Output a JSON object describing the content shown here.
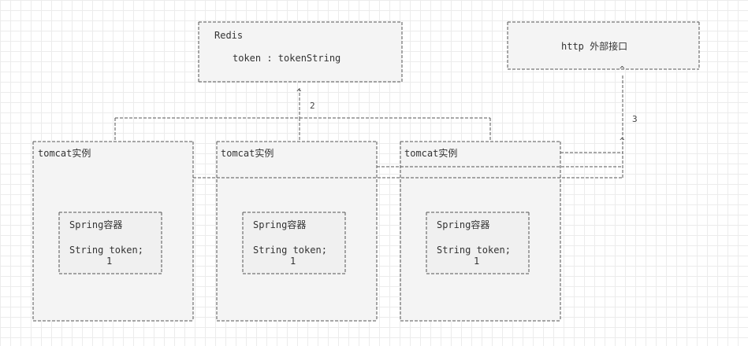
{
  "redis": {
    "title": "Redis",
    "entry": "token : tokenString"
  },
  "http": {
    "title": "http 外部接口"
  },
  "arrows": {
    "redis_label": "2",
    "http_label": "3"
  },
  "tomcats": [
    {
      "title": "tomcat实例",
      "spring_title": "Spring容器",
      "field": "String token;",
      "value": "1"
    },
    {
      "title": "tomcat实例",
      "spring_title": "Spring容器",
      "field": "String token;",
      "value": "1"
    },
    {
      "title": "tomcat实例",
      "spring_title": "Spring容器",
      "field": "String token;",
      "value": "1"
    }
  ]
}
